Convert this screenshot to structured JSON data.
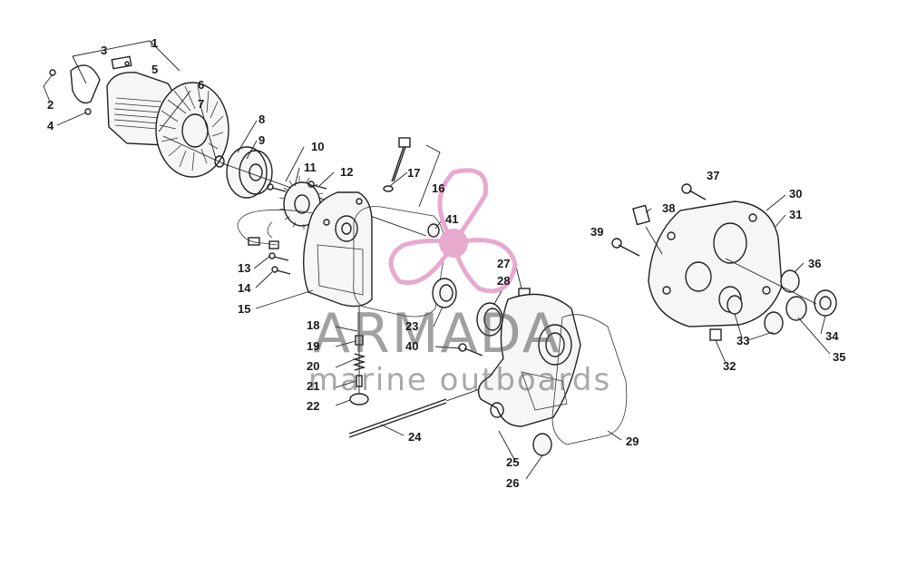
{
  "diagram": {
    "callouts": [
      {
        "id": "1",
        "label": "1"
      },
      {
        "id": "2",
        "label": "2"
      },
      {
        "id": "3",
        "label": "3"
      },
      {
        "id": "4",
        "label": "4"
      },
      {
        "id": "5",
        "label": "5"
      },
      {
        "id": "6",
        "label": "6"
      },
      {
        "id": "7",
        "label": "7"
      },
      {
        "id": "8",
        "label": "8"
      },
      {
        "id": "9",
        "label": "9"
      },
      {
        "id": "10",
        "label": "10"
      },
      {
        "id": "11",
        "label": "11"
      },
      {
        "id": "12",
        "label": "12"
      },
      {
        "id": "13",
        "label": "13"
      },
      {
        "id": "14",
        "label": "14"
      },
      {
        "id": "15",
        "label": "15"
      },
      {
        "id": "16",
        "label": "16"
      },
      {
        "id": "17",
        "label": "17"
      },
      {
        "id": "18",
        "label": "18"
      },
      {
        "id": "19",
        "label": "19"
      },
      {
        "id": "20",
        "label": "20"
      },
      {
        "id": "21",
        "label": "21"
      },
      {
        "id": "22",
        "label": "22"
      },
      {
        "id": "23",
        "label": "23"
      },
      {
        "id": "24",
        "label": "24"
      },
      {
        "id": "25",
        "label": "25"
      },
      {
        "id": "26",
        "label": "26"
      },
      {
        "id": "27",
        "label": "27"
      },
      {
        "id": "28",
        "label": "28"
      },
      {
        "id": "29",
        "label": "29"
      },
      {
        "id": "30",
        "label": "30"
      },
      {
        "id": "31",
        "label": "31"
      },
      {
        "id": "32",
        "label": "32"
      },
      {
        "id": "33",
        "label": "33"
      },
      {
        "id": "34",
        "label": "34"
      },
      {
        "id": "35",
        "label": "35"
      },
      {
        "id": "36",
        "label": "36"
      },
      {
        "id": "37",
        "label": "37"
      },
      {
        "id": "38",
        "label": "38"
      },
      {
        "id": "39",
        "label": "39"
      },
      {
        "id": "40",
        "label": "40"
      },
      {
        "id": "41",
        "label": "41"
      }
    ]
  },
  "watermark": {
    "brand": "ARMADA",
    "tagline": "marine outboards",
    "logo_icon": "propeller-logo-icon",
    "logo_color": "#e8a9cf"
  }
}
